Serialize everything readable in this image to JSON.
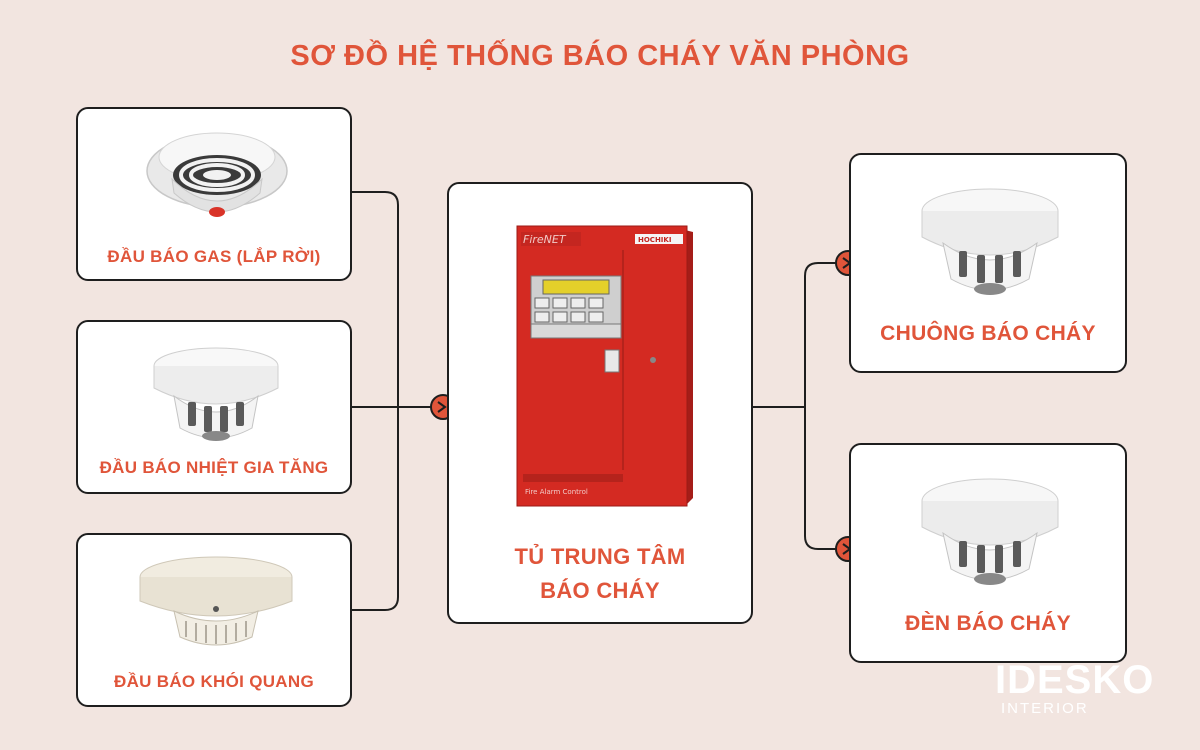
{
  "title": "SƠ ĐỒ HỆ THỐNG BÁO CHÁY VĂN PHÒNG",
  "inputs": [
    {
      "label": "ĐẦU BÁO GAS (LẮP RỜI)",
      "icon": "gas-detector-icon"
    },
    {
      "label": "ĐẦU BÁO NHIỆT GIA TĂNG",
      "icon": "heat-detector-icon"
    },
    {
      "label": "ĐẦU BÁO KHÓI QUANG",
      "icon": "smoke-detector-icon"
    }
  ],
  "center": {
    "label_line1": "TỦ TRUNG TÂM",
    "label_line2": "BÁO CHÁY",
    "panel_brand": "FireNET",
    "panel_maker": "HOCHIKI",
    "panel_caption": "Fire Alarm Control"
  },
  "outputs": [
    {
      "label": "CHUÔNG BÁO CHÁY",
      "icon": "alarm-bell-device-icon"
    },
    {
      "label": "ĐÈN BÁO CHÁY",
      "icon": "alarm-light-device-icon"
    }
  ],
  "logo": {
    "main": "IDESKO",
    "sub": "INTERIOR"
  },
  "colors": {
    "accent": "#e0553a",
    "background": "#f2e5e0",
    "panel_red": "#d42a22"
  }
}
